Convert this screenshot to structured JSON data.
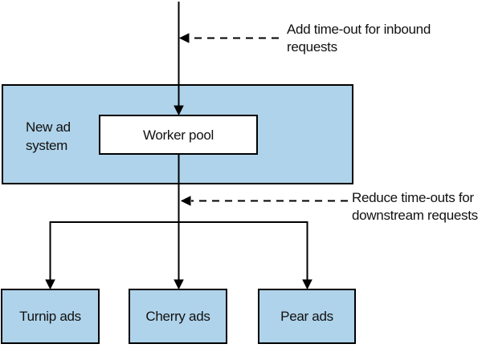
{
  "diagram": {
    "annotations": {
      "inbound": "Add time-out for inbound requests",
      "downstream": "Reduce time-outs for downstream requests"
    },
    "system_box": {
      "label": "New ad system"
    },
    "worker_pool": {
      "label": "Worker pool"
    },
    "downstream_services": [
      {
        "label": "Turnip ads"
      },
      {
        "label": "Cherry ads"
      },
      {
        "label": "Pear ads"
      }
    ],
    "colors": {
      "box_fill": "#afd3ea",
      "stroke": "#000000",
      "background": "#ffffff",
      "text": "#111111"
    }
  }
}
